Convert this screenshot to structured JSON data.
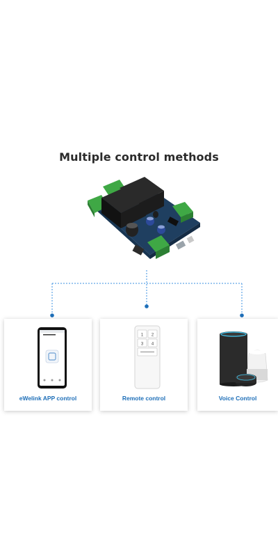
{
  "heading": "Multiple control methods",
  "methods": [
    {
      "label": "eWelink APP control",
      "icon": "smartphone-app-icon"
    },
    {
      "label": "Remote control",
      "icon": "remote-control-icon"
    },
    {
      "label": "Voice Control",
      "icon": "smart-speaker-icon"
    }
  ],
  "remote": {
    "buttons": [
      "1",
      "2",
      "3",
      "4"
    ]
  },
  "colors": {
    "accent": "#1e6fb8",
    "connector": "#3a8fe0",
    "pcb": "#1f3f60",
    "terminal": "#3fa845"
  }
}
